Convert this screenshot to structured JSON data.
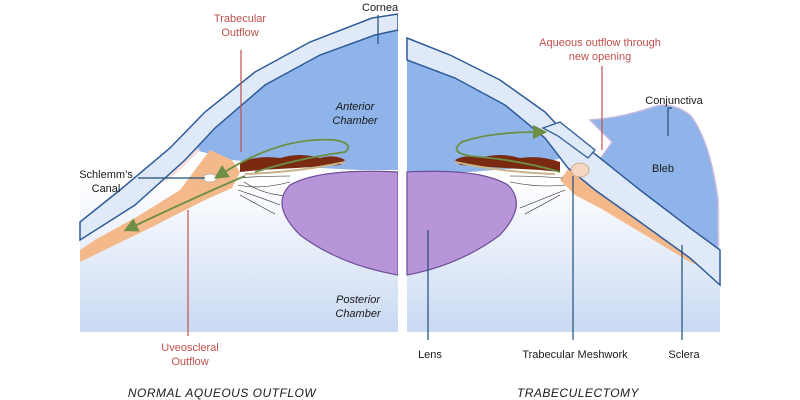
{
  "labels": {
    "cornea": "Cornea",
    "trabecular_outflow": [
      "Trabecular",
      "Outflow"
    ],
    "anterior_chamber": [
      "Anterior",
      "Chamber"
    ],
    "schlemms_canal": [
      "Schlemm’s",
      "Canal"
    ],
    "posterior_chamber": [
      "Posterior",
      "Chamber"
    ],
    "uveoscleral_outflow": [
      "Uveoscleral",
      "Outflow"
    ],
    "aqueous_outflow_new": [
      "Aqueous outflow through",
      "new opening"
    ],
    "conjunctiva": "Conjunctiva",
    "bleb": "Bleb",
    "lens": "Lens",
    "trabecular_meshwork": "Trabecular Meshwork",
    "sclera": "Sclera"
  },
  "captions": {
    "left": "NORMAL AQUEOUS OUTFLOW",
    "right": "TRABECULECTOMY"
  },
  "colors": {
    "chamber_blue": "#8eb4ea",
    "cornea_fill": "#dfe9f8",
    "cornea_stroke": "#2e5c99",
    "iris": "#7b2a12",
    "lens": "#b795d8",
    "ciliary": "#f4b98a",
    "arrow_green": "#6d8f45",
    "label_red": "#c0504d",
    "leader_blue": "#1f4e79"
  }
}
